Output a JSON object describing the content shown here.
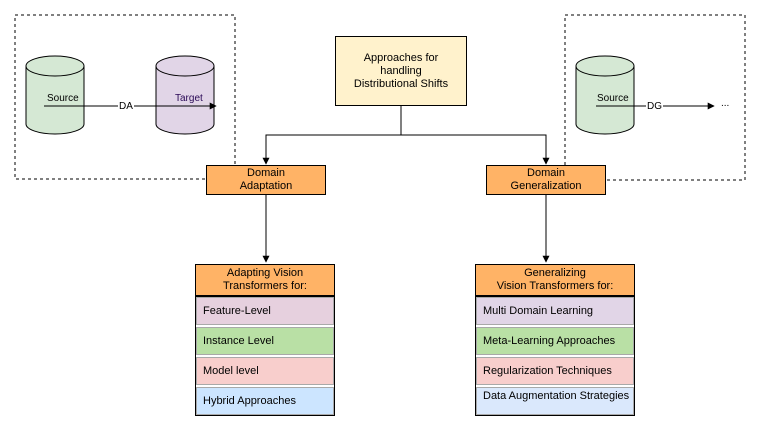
{
  "root": {
    "text_line1": "Approaches for",
    "text_line2": "handling",
    "text_line3": "Distributional Shifts"
  },
  "domain_adaptation": {
    "box_line1": "Domain",
    "box_line2": "Adaptation",
    "list_title_line1": "Adapting Vision",
    "list_title_line2": "Transformers for:",
    "items": [
      "Feature-Level",
      "Instance Level",
      "Model level",
      "Hybrid Approaches"
    ]
  },
  "domain_generalization": {
    "box_line1": "Domain",
    "box_line2": "Generalization",
    "list_title_line1": "Generalizing",
    "list_title_line2": "Vision Transformers for:",
    "items": [
      "Multi Domain Learning",
      "Meta-Learning Approaches",
      "Regularization Techniques",
      "Data Augmentation Strategies"
    ]
  },
  "da_illustration": {
    "source_label": "Source",
    "target_label": "Target",
    "arrow_label": "DA"
  },
  "dg_illustration": {
    "source_label": "Source",
    "arrow_label": "DG",
    "ellipsis": "..."
  },
  "colors": {
    "orange": "#ffb366",
    "yellow": "#fff2cc",
    "cylinder_green": "#d5e8d4",
    "cylinder_purple": "#e1d5e7",
    "item_purple": "#e6d0de",
    "item_green": "#b9e0a5",
    "item_pink": "#f8cecc",
    "item_blue": "#cce5ff",
    "item_lavender": "#e1d5e7",
    "item_green_dg": "#b9e0a5",
    "item_pink_dg": "#f8cecc",
    "item_blue_dg": "#dae8fc"
  }
}
